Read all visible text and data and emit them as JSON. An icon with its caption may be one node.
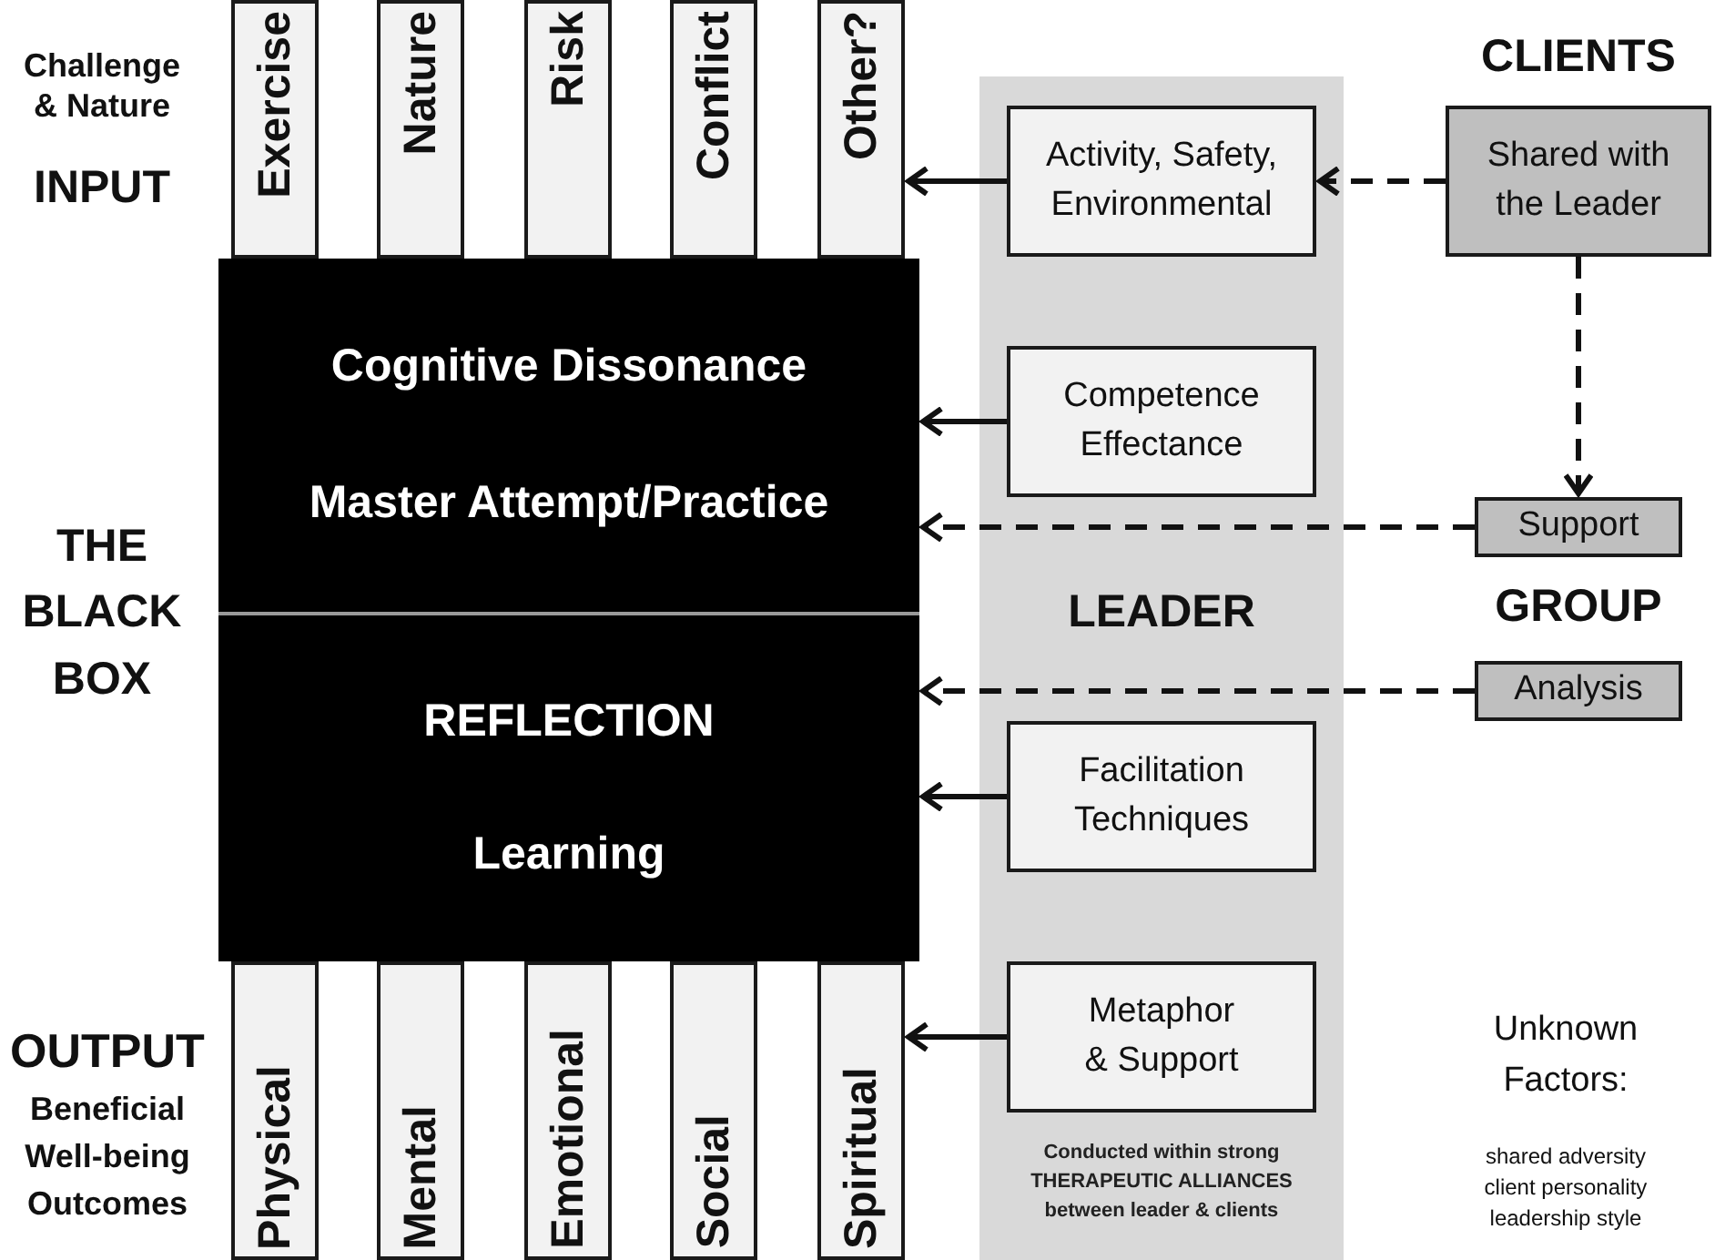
{
  "diagram": {
    "nodes": [
      {
        "text": [
          "Exercise"
        ]
      },
      {
        "text": [
          "Nature"
        ]
      },
      {
        "text": [
          "Risk"
        ]
      },
      {
        "text": [
          "Conflict"
        ]
      },
      {
        "text": [
          "Other?"
        ]
      },
      {
        "text": [
          "LEADER",
          "Conducted within strong THERAPEUTIC ALLIANCES between leader & clients"
        ]
      },
      {
        "text": [
          "Activity, Safety, Environmental"
        ],
        "in": 5
      },
      {
        "text": [
          "Shared with the Leader"
        ],
        "beside": [
          "CLIENTS"
        ]
      },
      {
        "text": [
          "Cognitive Dissonance",
          "Master Attempt/Practice"
        ]
      },
      {
        "text": [
          "Competence Effectance"
        ],
        "in": 5
      },
      {
        "text": [
          "Support"
        ]
      },
      {
        "text": [
          "REFLECTION",
          "Learning"
        ]
      },
      {
        "text": [
          "Facilitation Techniques"
        ],
        "in": 5
      },
      {
        "text": [
          "Analysis"
        ]
      },
      {
        "text": [
          "Metaphor & Support"
        ],
        "in": 5
      },
      {
        "text": [
          "Physical"
        ]
      },
      {
        "text": [
          "Mental"
        ]
      },
      {
        "text": [
          "Emotional"
        ]
      },
      {
        "text": [
          "Social"
        ]
      },
      {
        "text": [
          "Spiritual"
        ]
      }
    ],
    "edges": [
      {
        "from": 6,
        "to": 4,
        "arrow": "to"
      },
      {
        "from": 7,
        "to": 6,
        "arrow": "to",
        "style": "dashed"
      },
      {
        "from": 7,
        "to": 10,
        "arrow": "to",
        "style": "dashed"
      },
      {
        "from": 9,
        "to": 8,
        "arrow": "to"
      },
      {
        "from": 10,
        "to": 8,
        "arrow": "to",
        "style": "dashed"
      },
      {
        "from": 13,
        "to": 11,
        "arrow": "to",
        "style": "dashed"
      },
      {
        "from": 12,
        "to": 11,
        "arrow": "to"
      },
      {
        "from": 14,
        "to": 19,
        "arrow": "to"
      }
    ],
    "labels": [
      "Challenge & Nature",
      "INPUT",
      "THE BLACK BOX",
      "GROUP",
      "OUTPUT",
      "Beneficial Well-being Outcomes",
      "Unknown Factors:",
      "shared adversity",
      "client personality",
      "leadership style"
    ]
  }
}
